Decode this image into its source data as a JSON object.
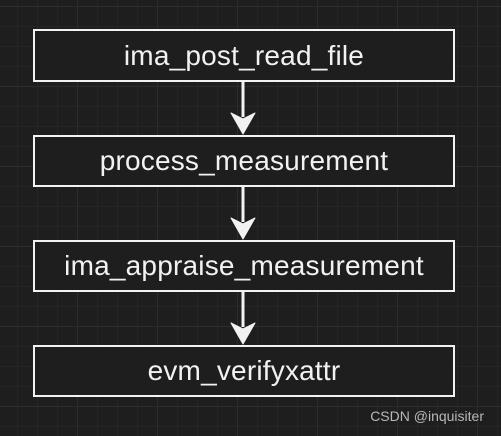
{
  "diagram": {
    "nodes": [
      {
        "label": "ima_post_read_file"
      },
      {
        "label": "process_measurement"
      },
      {
        "label": "ima_appraise_measurement"
      },
      {
        "label": "evm_verifyxattr"
      }
    ],
    "edges": [
      {
        "from": 0,
        "to": 1
      },
      {
        "from": 1,
        "to": 2
      },
      {
        "from": 2,
        "to": 3
      }
    ]
  },
  "watermark": "CSDN @inquisiter",
  "colors": {
    "background": "#1e1e1f",
    "grid": "#2c2c2e",
    "stroke": "#f2f2f2",
    "text": "#f2f2f2",
    "watermark": "#b8b8b8"
  }
}
